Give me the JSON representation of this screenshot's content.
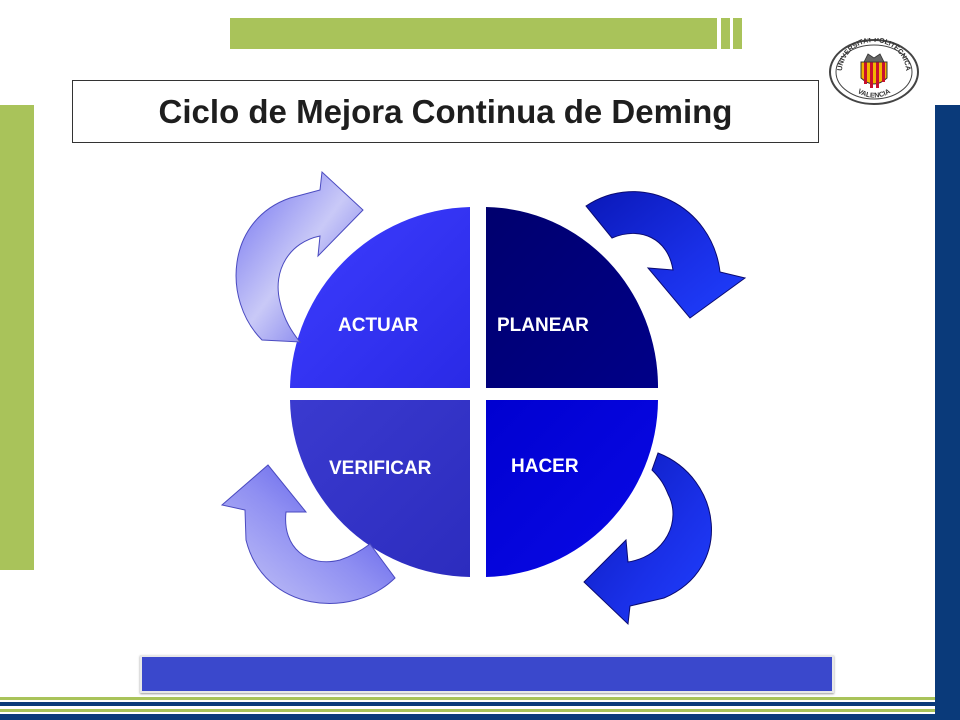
{
  "title": "Ciclo de Mejora Continua de Deming",
  "quadrants": {
    "actuar": "ACTUAR",
    "planear": "PLANEAR",
    "verificar": "VERIFICAR",
    "hacer": "HACER"
  },
  "logo": {
    "text_top": "UNIVERSITAT POLITÈCNICA",
    "text_bottom": "VALENCIA"
  },
  "colors": {
    "green_accent": "#a9c35a",
    "navy_accent": "#0a3a7a",
    "actuar": "#3333ee",
    "planear": "#00007a",
    "verificar": "#3030c8",
    "hacer": "#0000d8"
  }
}
